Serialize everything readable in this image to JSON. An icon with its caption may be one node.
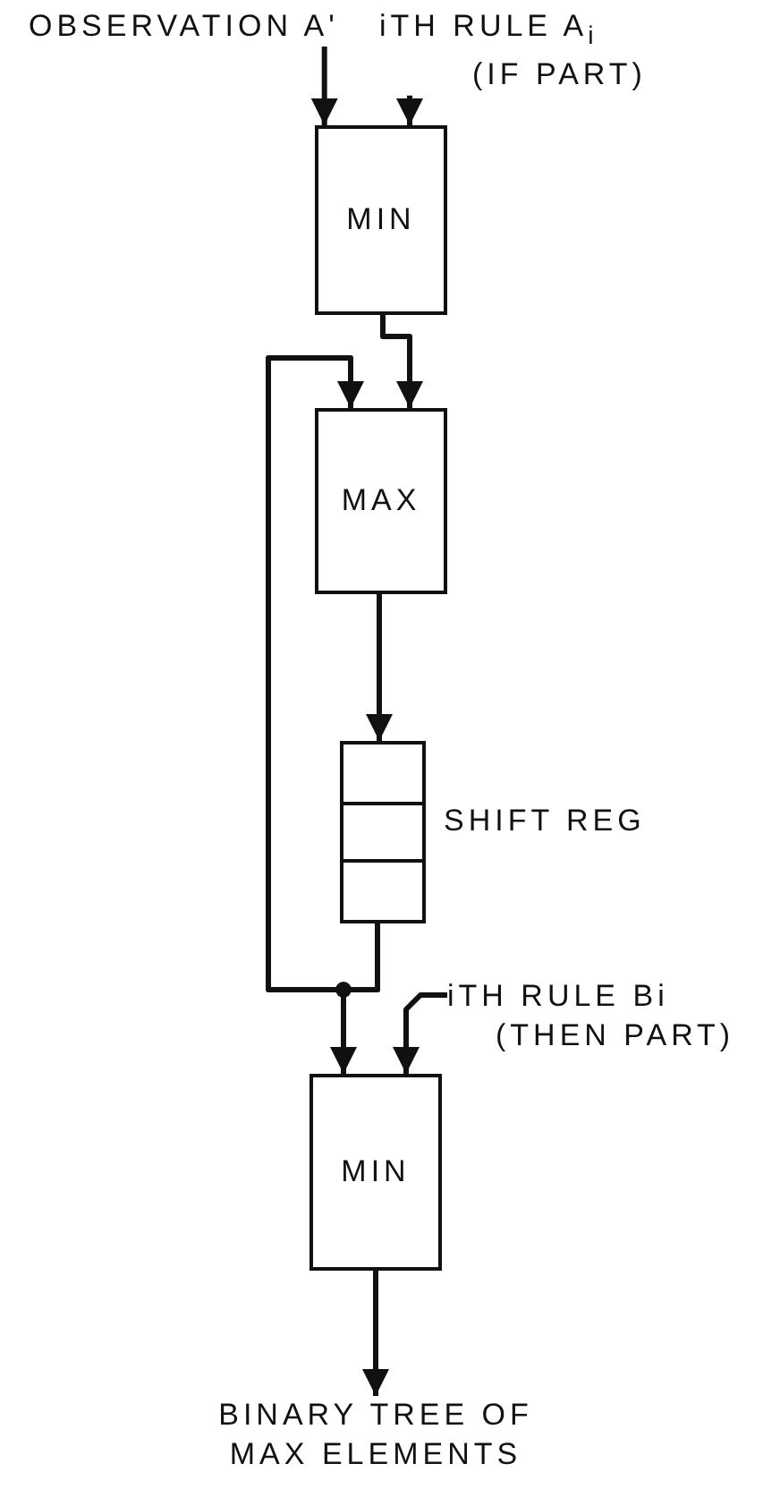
{
  "diagram": {
    "nodes": [
      {
        "text": [
          "OBSERVATION A'"
        ]
      },
      {
        "text": [
          "iTH RULE A$_{i}$ (IF PART)"
        ]
      },
      {
        "text": [
          "MIN"
        ]
      },
      {
        "text": [
          "MAX"
        ]
      },
      {
        "text": [],
        "shape": "box",
        "beside": [
          "SHIFT REG"
        ]
      },
      {
        "text": [
          "iTH RULE Bi (THEN PART)"
        ]
      },
      {
        "text": [
          "MIN"
        ]
      },
      {
        "text": [
          "BINARY TREE OF MAX ELEMENTS"
        ]
      }
    ],
    "edges": [
      {
        "from": 0,
        "to": 2,
        "arrow": "to"
      },
      {
        "from": 1,
        "to": 2,
        "arrow": "to"
      },
      {
        "from": 2,
        "to": 3,
        "arrow": "to"
      },
      {
        "from": 3,
        "to": 4,
        "arrow": "to"
      },
      {
        "from": 4,
        "to": 3,
        "arrow": "to"
      },
      {
        "from": 4,
        "to": 6,
        "arrow": "to"
      },
      {
        "from": 5,
        "to": 6,
        "arrow": "to"
      },
      {
        "from": 6,
        "to": 7,
        "arrow": "to"
      }
    ]
  }
}
